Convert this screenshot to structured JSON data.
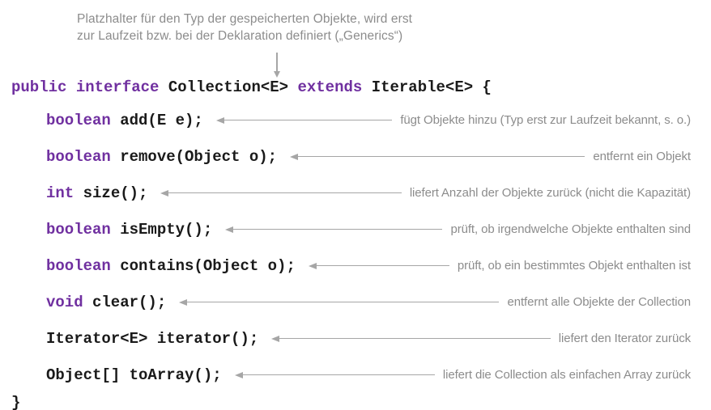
{
  "colors": {
    "background": "#ffffff",
    "keyword_purple": "#7030A0",
    "code_text": "#1a1a1a",
    "annotation_gray": "#8c8c8c",
    "arrow_gray": "#a6a6a6"
  },
  "generics_note": {
    "line1": "Platzhalter für den Typ der gespeicherten Objekte, wird erst",
    "line2": "zur Laufzeit bzw. bei der Deklaration definiert („Generics“)"
  },
  "code": {
    "declaration": {
      "keyword1": "public interface",
      "type": " Collection<E> ",
      "keyword2": "extends",
      "rest": " Iterable<E> {"
    },
    "methods": [
      {
        "keyword": "boolean",
        "signature": "add(E e);",
        "annotation": "fügt Objekte hinzu (Typ erst zur Laufzeit bekannt, s. o.)"
      },
      {
        "keyword": "boolean",
        "signature": "remove(Object o);",
        "annotation": "entfernt ein Objekt"
      },
      {
        "keyword": "int",
        "signature": "size();",
        "annotation": "liefert Anzahl der Objekte zurück (nicht die Kapazität)"
      },
      {
        "keyword": "boolean",
        "signature": "isEmpty();",
        "annotation": "prüft, ob irgendwelche Objekte enthalten sind"
      },
      {
        "keyword": "boolean",
        "signature": "contains(Object o);",
        "annotation": "prüft, ob ein bestimmtes Objekt enthalten ist"
      },
      {
        "keyword": "void",
        "signature": "clear();",
        "annotation": "entfernt alle Objekte der Collection"
      },
      {
        "keyword": "",
        "signature": "Iterator<E> iterator();",
        "annotation": "liefert den Iterator zurück"
      },
      {
        "keyword": "",
        "signature": "Object[] toArray();",
        "annotation": "liefert die Collection als einfachen Array zurück"
      }
    ],
    "closing_brace": "}"
  }
}
